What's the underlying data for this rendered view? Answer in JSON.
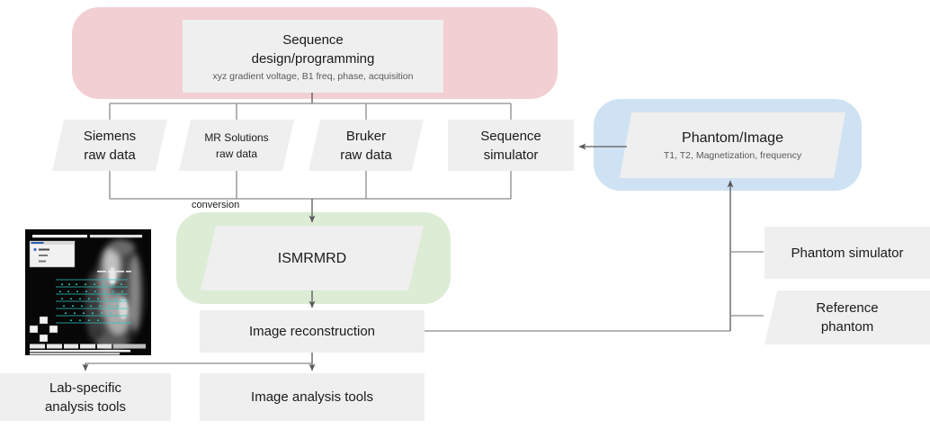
{
  "colors": {
    "pink_group": "#f2cfd2",
    "green_group": "#dcecd5",
    "blue_group": "#cfe2f3",
    "node_fill": "#efefef",
    "line": "#8a8a8a",
    "arrow": "#595959",
    "subtitle_text": "#595959",
    "mri_overlay_cyan": "#2fc5c5"
  },
  "nodes": {
    "sequence_design": {
      "line1": "Sequence",
      "line2": "design/programming",
      "subtitle": "xyz gradient voltage, B1 freq, phase, acquisition"
    },
    "siemens": {
      "line1": "Siemens",
      "line2": "raw data"
    },
    "mr_solutions": {
      "line1": "MR Solutions",
      "line2": "raw data"
    },
    "bruker": {
      "line1": "Bruker",
      "line2": "raw data"
    },
    "sequence_simulator": {
      "line1": "Sequence",
      "line2": "simulator"
    },
    "ismrmrd": {
      "label": "ISMRMRD"
    },
    "image_reconstruction": {
      "label": "Image reconstruction"
    },
    "phantom_image": {
      "title": "Phantom/Image",
      "subtitle": "T1, T2, Magnetization, frequency"
    },
    "phantom_simulator": {
      "label": "Phantom simulator"
    },
    "reference_phantom": {
      "line1": "Reference",
      "line2": "phantom"
    },
    "lab_specific_tools": {
      "line1": "Lab-specific",
      "line2": "analysis tools"
    },
    "image_analysis_tools": {
      "label": "Image analysis tools"
    }
  },
  "labels": {
    "conversion": "conversion"
  }
}
